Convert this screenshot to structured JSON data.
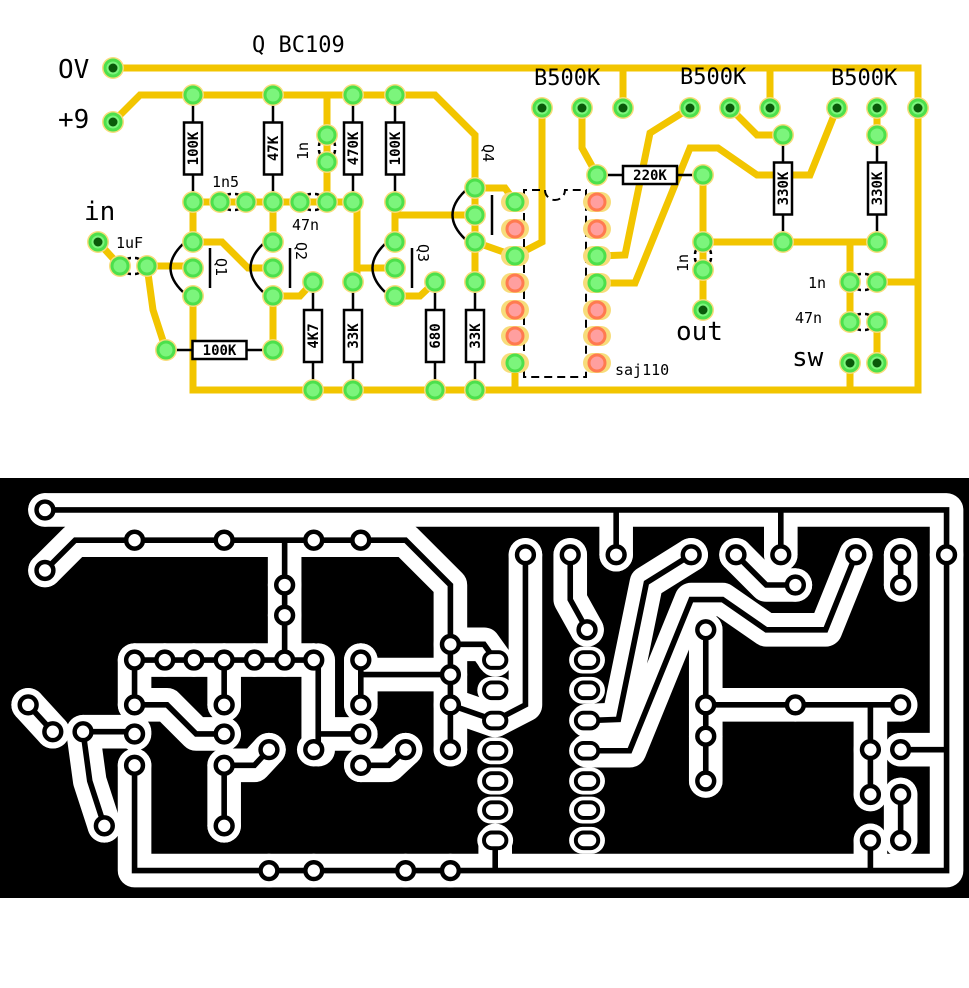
{
  "title": "Q BC109",
  "connectors": {
    "ground": "OV",
    "supply": "+9",
    "input": "in",
    "output": "out",
    "switch": "sw"
  },
  "potentiometers": [
    "B500K",
    "B500K",
    "B500K"
  ],
  "ic_label": "saj110",
  "transistors": [
    "Q1",
    "Q2",
    "Q3",
    "Q4"
  ],
  "resistors": {
    "r_q1_top": "100K",
    "r_q2_top": "47K",
    "r_470": "470K",
    "r_q3_top": "100K",
    "r_feedback": "100K",
    "r_4k7": "4K7",
    "r_33k_a": "33K",
    "r_680": "680",
    "r_33k_b": "33K",
    "r_220k": "220K",
    "r_330k_a": "330K",
    "r_330k_b": "330K"
  },
  "capacitors": {
    "c_input": "1uF",
    "c_1n5": "1n5",
    "c_47n": "47n",
    "c_1n_top": "1n",
    "c_out": "1n",
    "c_sw_1n": "1n",
    "c_sw_47n": "47n"
  },
  "colors": {
    "trace": "#f2c500",
    "pad": "#7cf57c",
    "pad_ring": "#4ce04c",
    "pad_halo": "#f7dc7a",
    "pad_dark": "#0a5a0a",
    "ic_pin_unused": "#ff9f9f",
    "copper_bg": "#000000"
  }
}
